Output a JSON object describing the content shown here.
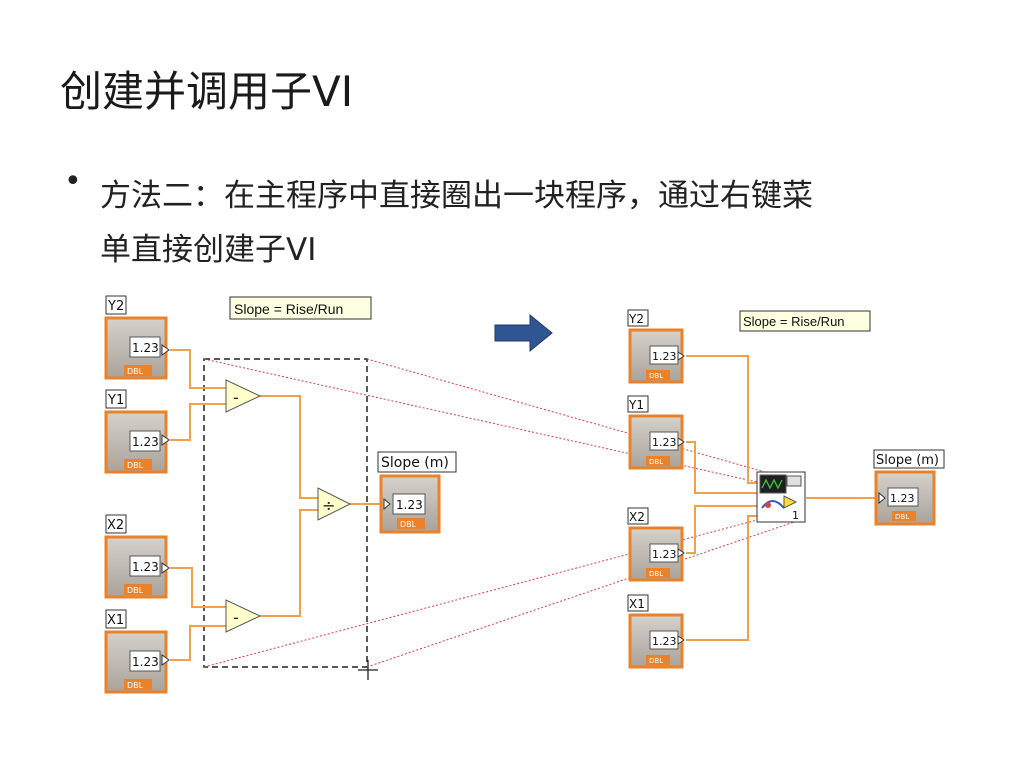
{
  "slide": {
    "title": "创建并调用子VI",
    "bullet_line1": "方法二：在主程序中直接圈出一块程序，通过右键菜",
    "bullet_line2": "单直接创建子VI"
  },
  "left_diagram": {
    "comment": "Slope = Rise/Run",
    "controls": [
      {
        "label": "Y2",
        "value": "1.23",
        "type": "DBL"
      },
      {
        "label": "Y1",
        "value": "1.23",
        "type": "DBL"
      },
      {
        "label": "X2",
        "value": "1.23",
        "type": "DBL"
      },
      {
        "label": "X1",
        "value": "1.23",
        "type": "DBL"
      }
    ],
    "indicator": {
      "label": "Slope (m)",
      "value": "1.23",
      "type": "DBL"
    },
    "subtract_symbol": "-",
    "divide_symbol": "÷"
  },
  "right_diagram": {
    "comment": "Slope = Rise/Run",
    "controls": [
      {
        "label": "Y2",
        "value": "1.23",
        "type": "DBL"
      },
      {
        "label": "Y1",
        "value": "1.23",
        "type": "DBL"
      },
      {
        "label": "X2",
        "value": "1.23",
        "type": "DBL"
      },
      {
        "label": "X1",
        "value": "1.23",
        "type": "DBL"
      }
    ],
    "indicator": {
      "label": "Slope (m)",
      "value": "1.23",
      "type": "DBL"
    },
    "subvi_number": "1"
  },
  "colors": {
    "wire": "#f0a24a",
    "terminal_border": "#e9822a",
    "terminal_fill": "#b8b2a8",
    "arrow": "#2f5592",
    "connector": "#d64040"
  }
}
